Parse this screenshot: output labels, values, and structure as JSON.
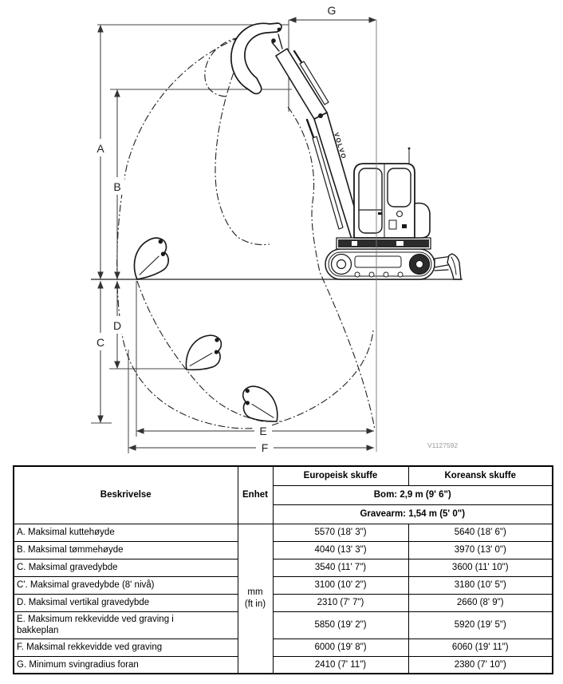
{
  "diagram": {
    "dim_labels": {
      "A": "A",
      "B": "B",
      "C": "C",
      "D": "D",
      "E": "E",
      "F": "F",
      "G": "G"
    },
    "figure_id": "V1127592",
    "brand_text": "VOLVO",
    "colors": {
      "ink": "#1a1a1a",
      "dim_line": "#333333",
      "figure_id_text": "#999999"
    }
  },
  "table": {
    "header": {
      "description": "Beskrivelse",
      "unit": "Enhet",
      "european": "Europeisk skuffe",
      "korean": "Koreansk skuffe",
      "boom": "Bom: 2,9 m (9' 6\")",
      "arm": "Gravearm: 1,54 m (5' 0\")"
    },
    "unit_mm": "mm",
    "unit_ftin": "(ft in)",
    "rows": [
      {
        "label": "A. Maksimal kuttehøyde",
        "eu": "5570 (18' 3\")",
        "kr": "5640 (18' 6\")"
      },
      {
        "label": "B. Maksimal tømmehøyde",
        "eu": "4040 (13' 3\")",
        "kr": "3970 (13' 0\")"
      },
      {
        "label": "C. Maksimal gravedybde",
        "eu": "3540 (11' 7\")",
        "kr": "3600 (11' 10\")"
      },
      {
        "label": "C'. Maksimal gravedybde (8' nivå)",
        "eu": "3100 (10' 2\")",
        "kr": "3180 (10' 5\")"
      },
      {
        "label": "D. Maksimal vertikal gravedybde",
        "eu": "2310 (7' 7\")",
        "kr": "2660 (8' 9\")"
      },
      {
        "label": "E. Maksimum rekkevidde ved graving i bakkeplan",
        "eu": "5850 (19' 2\")",
        "kr": "5920 (19' 5\")"
      },
      {
        "label": "F. Maksimal rekkevidde ved graving",
        "eu": "6000 (19' 8\")",
        "kr": "6060 (19' 11\")"
      },
      {
        "label": "G. Minimum svingradius foran",
        "eu": "2410 (7' 11\")",
        "kr": "2380 (7' 10\")"
      }
    ]
  }
}
